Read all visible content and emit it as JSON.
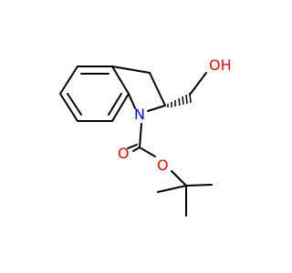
{
  "molecule": {
    "atoms": [
      {
        "id": "oh_label",
        "text": "OH",
        "color": "#ff0000"
      },
      {
        "id": "n_label",
        "text": "N",
        "color": "#0000ff"
      },
      {
        "id": "o_carbonyl_label",
        "text": "O",
        "color": "#ff0000"
      },
      {
        "id": "o_ester_label",
        "text": "O",
        "color": "#ff0000"
      }
    ],
    "bond_color": "#000000"
  }
}
